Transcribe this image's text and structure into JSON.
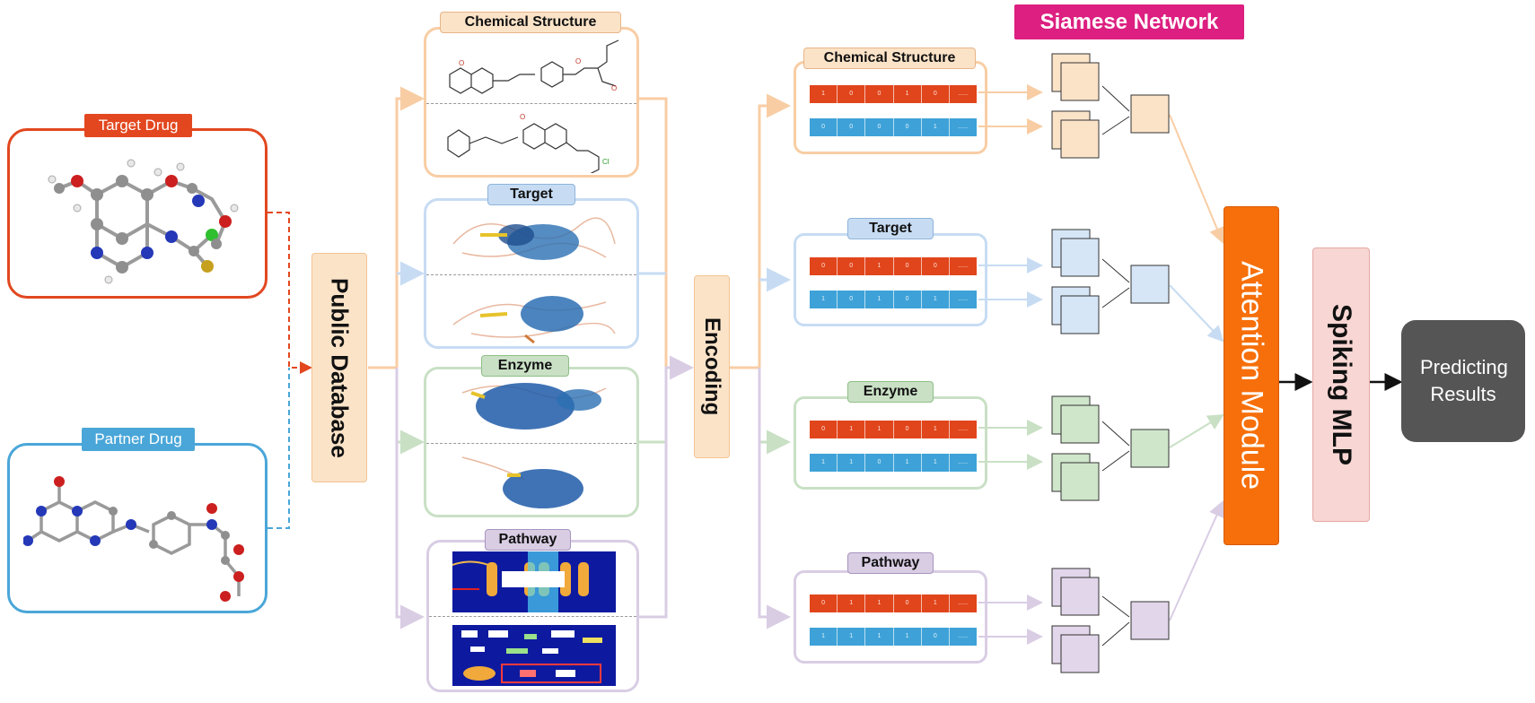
{
  "drugs": {
    "target_label": "Target Drug",
    "partner_label": "Partner Drug"
  },
  "database_label": "Public Database",
  "features": {
    "chemical": "Chemical Structure",
    "target": "Target",
    "enzyme": "Enzyme",
    "pathway": "Pathway"
  },
  "encoding_label": "Encoding",
  "siamese_title": "Siamese Network",
  "vectors": {
    "chemical": {
      "red": [
        "1",
        "0",
        "0",
        "1",
        "0",
        "......"
      ],
      "blue": [
        "0",
        "0",
        "0",
        "0",
        "1",
        "......"
      ]
    },
    "target": {
      "red": [
        "0",
        "0",
        "1",
        "0",
        "0",
        "......"
      ],
      "blue": [
        "1",
        "0",
        "1",
        "0",
        "1",
        "......"
      ]
    },
    "enzyme": {
      "red": [
        "0",
        "1",
        "1",
        "0",
        "1",
        "......"
      ],
      "blue": [
        "1",
        "1",
        "0",
        "1",
        "1",
        "......"
      ]
    },
    "pathway": {
      "red": [
        "0",
        "1",
        "1",
        "0",
        "1",
        "......"
      ],
      "blue": [
        "1",
        "1",
        "1",
        "1",
        "0",
        "......"
      ]
    }
  },
  "attention_label": "Attention Module",
  "mlp_label": "Spiking MLP",
  "result_label": "Predicting Results",
  "colors": {
    "target_drug": "#e2471f",
    "partner_drug": "#4aa6d8",
    "chemical": "#f8cda4",
    "target": "#c7dcf3",
    "enzyme": "#c9e0c5",
    "pathway": "#d9cde4",
    "attention": "#f66f0a",
    "mlp": "#f7d6d3",
    "siamese": "#dc1f80",
    "result": "#555555",
    "vector_red": "#e1451b",
    "vector_blue": "#3ea2d8"
  },
  "icons": [
    "molecule-image",
    "protein-image",
    "pathway-image"
  ]
}
